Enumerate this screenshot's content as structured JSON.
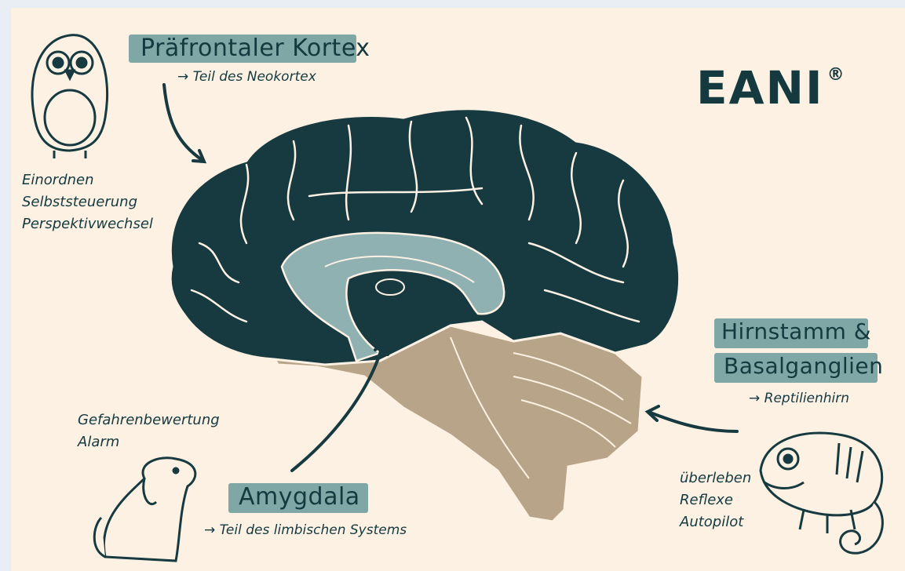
{
  "brand": {
    "name": "EANI",
    "mark": "®"
  },
  "prefrontal": {
    "title": "Präfrontaler Kortex",
    "subtitle": "→ Teil des Neokortex"
  },
  "owl_functions": [
    "Einordnen",
    "Selbststeuerung",
    "Perspektivwechsel"
  ],
  "amygdala": {
    "title": "Amygdala",
    "subtitle": "→ Teil des limbischen Systems"
  },
  "dog_functions": [
    "Gefahrenbewertung",
    "Alarm"
  ],
  "brainstem": {
    "title_line1": "Hirnstamm &",
    "title_line2": "Basalganglien",
    "subtitle": "→ Reptilienhirn"
  },
  "chameleon_functions": [
    "überleben",
    "Reflexe",
    "Autopilot"
  ],
  "colors": {
    "background": "#fdf1e4",
    "cortex": "#163a40",
    "limbic": "#8fb1b1",
    "brainstem": "#b8a488",
    "banner": "#7fa7a6",
    "ink": "#143a40"
  },
  "icons": [
    "owl-icon",
    "dog-icon",
    "chameleon-icon",
    "brain-illustration"
  ]
}
